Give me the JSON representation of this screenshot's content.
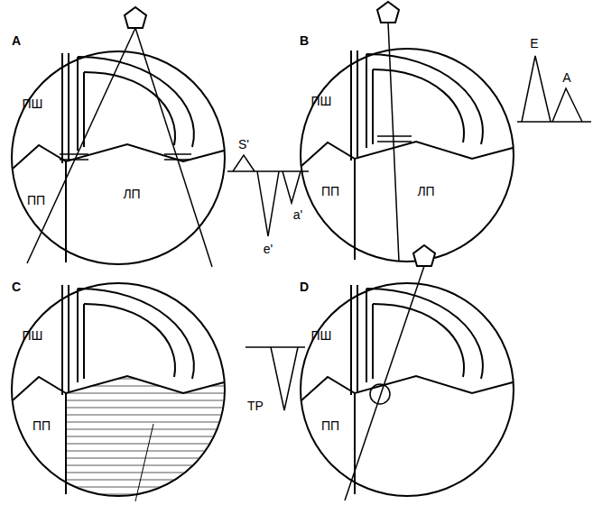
{
  "diagram": {
    "labels": [
      "A",
      "ПШ",
      "ПП",
      "ЛП",
      "S'",
      "e'",
      "a'",
      "B",
      "ПШ",
      "ПП",
      "ЛП",
      "E",
      "A",
      "C",
      "ПШ",
      "ПП",
      "D",
      "ПШ",
      "ПП",
      "ТР"
    ]
  }
}
